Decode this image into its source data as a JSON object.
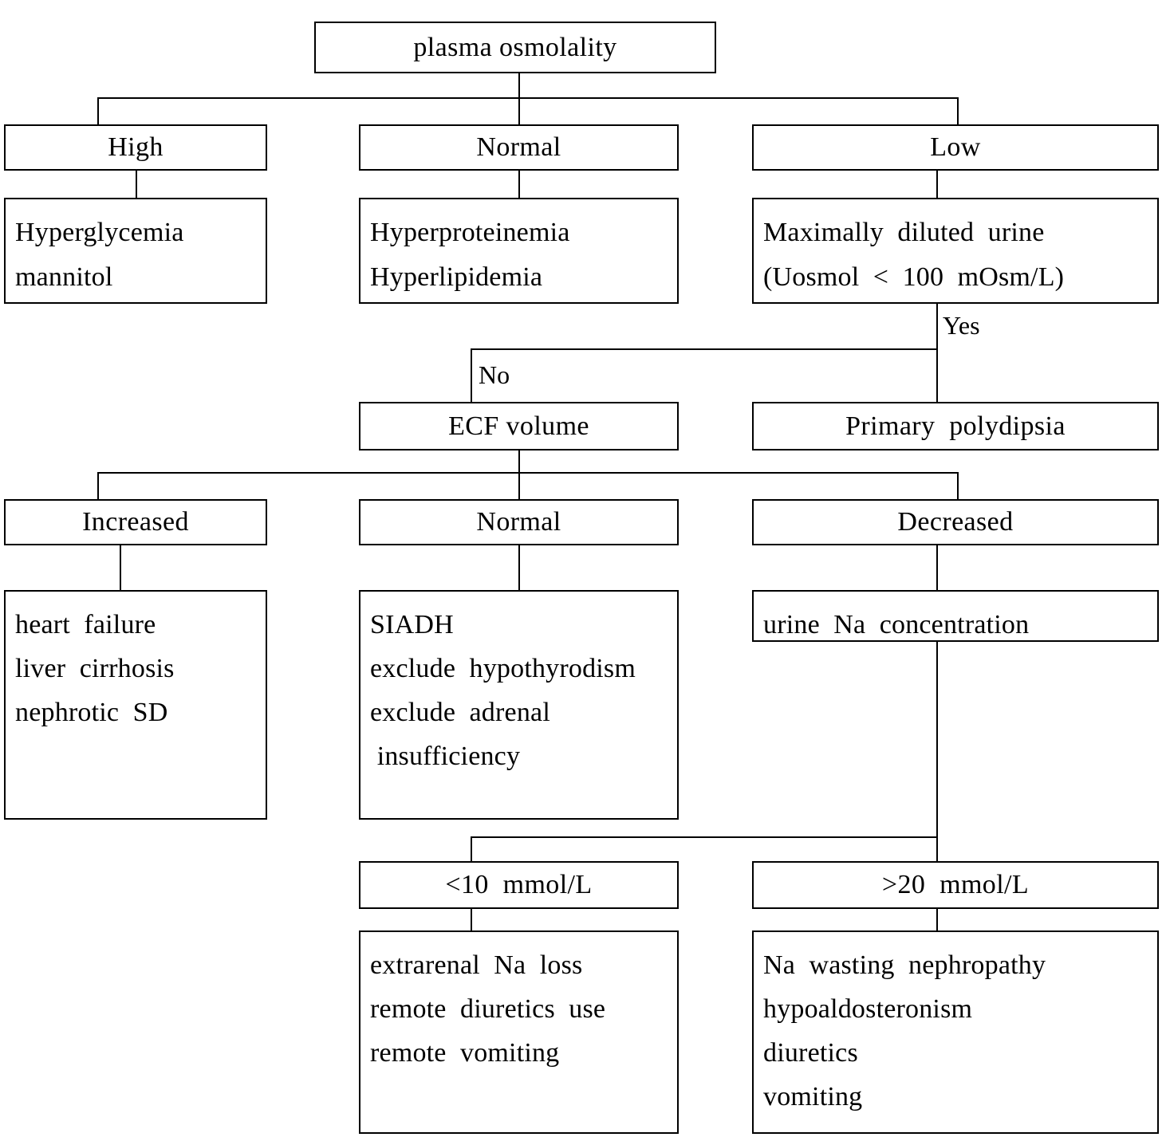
{
  "diagram": {
    "title": "plasma osmolality",
    "type": "clinical-decision-flowchart",
    "root": {
      "label": "plasma osmolality"
    },
    "level1": [
      {
        "key": "high",
        "label": "High"
      },
      {
        "key": "normal",
        "label": "Normal"
      },
      {
        "key": "low",
        "label": "Low"
      }
    ],
    "level1_details": [
      {
        "key": "high_causes",
        "lines": "Hyperglycemia\nmannitol"
      },
      {
        "key": "normal_causes",
        "lines": "Hyperproteinemia\nHyperlipidemia"
      },
      {
        "key": "low_test",
        "lines": "Maximally  diluted  urine\n(Uosmol  <  100  mOsm/L)"
      }
    ],
    "decision_labels": {
      "yes": "Yes",
      "no": "No"
    },
    "branch_yes": {
      "label": "Primary  polydipsia"
    },
    "branch_no": {
      "label": "ECF volume"
    },
    "level2": [
      {
        "key": "increased",
        "label": "Increased"
      },
      {
        "key": "normal",
        "label": "Normal"
      },
      {
        "key": "decreased",
        "label": "Decreased"
      }
    ],
    "level2_details": [
      {
        "key": "increased_causes",
        "lines": "heart  failure\nliver  cirrhosis\nnephrotic  SD"
      },
      {
        "key": "normal_causes",
        "lines": "SIADH\nexclude  hypothyrodism\nexclude  adrenal\n insufficiency"
      },
      {
        "key": "decreased_test",
        "lines": "urine  Na  concentration"
      }
    ],
    "level3": [
      {
        "key": "low_urine_na",
        "label": "<10  mmol/L"
      },
      {
        "key": "high_urine_na",
        "label": ">20  mmol/L"
      }
    ],
    "level3_details": [
      {
        "key": "low_urine_na_causes",
        "lines": "extrarenal  Na  loss\nremote  diuretics  use\nremote  vomiting"
      },
      {
        "key": "high_urine_na_causes",
        "lines": "Na  wasting  nephropathy\nhypoaldosteronism\ndiuretics\nvomiting"
      }
    ],
    "colors": {
      "line": "#000000",
      "box_border": "#000000",
      "box_fill": "#ffffff",
      "text": "#000000"
    }
  }
}
